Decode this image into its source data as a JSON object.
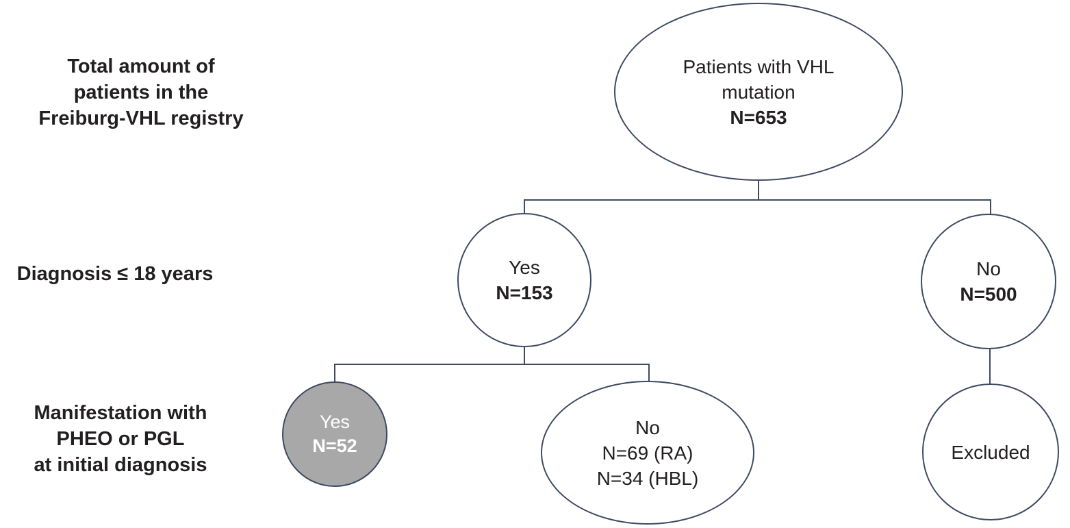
{
  "colors": {
    "stroke": "#3e4a61",
    "label_text": "#231f20",
    "highlight_fill": "#a8a8a8",
    "highlight_text": "#ffffff",
    "background": "#ffffff"
  },
  "row_labels": [
    {
      "text": "Total amount of\npatients in the\nFreiburg-VHL registry"
    },
    {
      "text": "Diagnosis ≤ 18 years"
    },
    {
      "text": "Manifestation with\nPHEO or PGL\nat initial diagnosis"
    }
  ],
  "nodes": {
    "root": {
      "label": "Patients with VHL\nmutation",
      "value": "N=653"
    },
    "yes_153": {
      "label": "Yes",
      "value": "N=153"
    },
    "no_500": {
      "label": "No",
      "value": "N=500"
    },
    "yes_52": {
      "label": "Yes",
      "value": "N=52"
    },
    "no_ra_hbl": {
      "label": "No\nN=69 (RA)\nN=34 (HBL)"
    },
    "excluded": {
      "label": "Excluded"
    }
  }
}
